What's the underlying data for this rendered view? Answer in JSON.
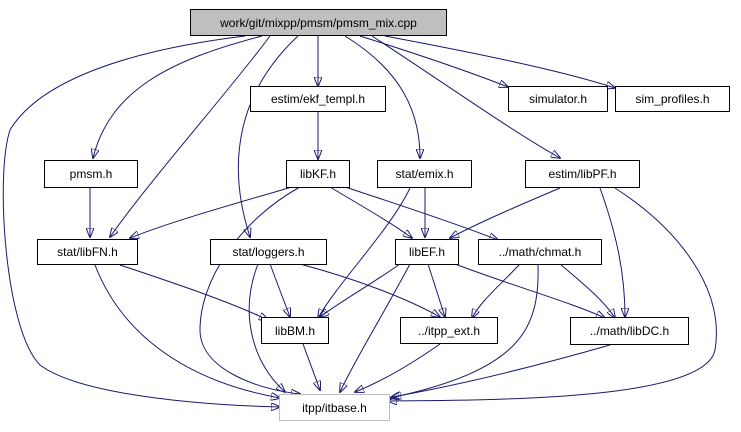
{
  "graph": {
    "nodes": {
      "root": "work/git/mixpp/pmsm/pmsm_mix.cpp",
      "ekf_templ": "estim/ekf_templ.h",
      "simulator": "simulator.h",
      "sim_profiles": "sim_profiles.h",
      "pmsm": "pmsm.h",
      "libkf": "libKF.h",
      "emix": "stat/emix.h",
      "libpf": "estim/libPF.h",
      "libfn": "stat/libFN.h",
      "loggers": "stat/loggers.h",
      "libef": "libEF.h",
      "chmat": "../math/chmat.h",
      "libbm": "libBM.h",
      "itpp_ext": "../itpp_ext.h",
      "libdc": "../math/libDC.h",
      "itbase": "itpp/itbase.h"
    },
    "edge_color": "#191970",
    "root_fill": "#bfbfbf",
    "external_border": "#bfbfbf"
  }
}
